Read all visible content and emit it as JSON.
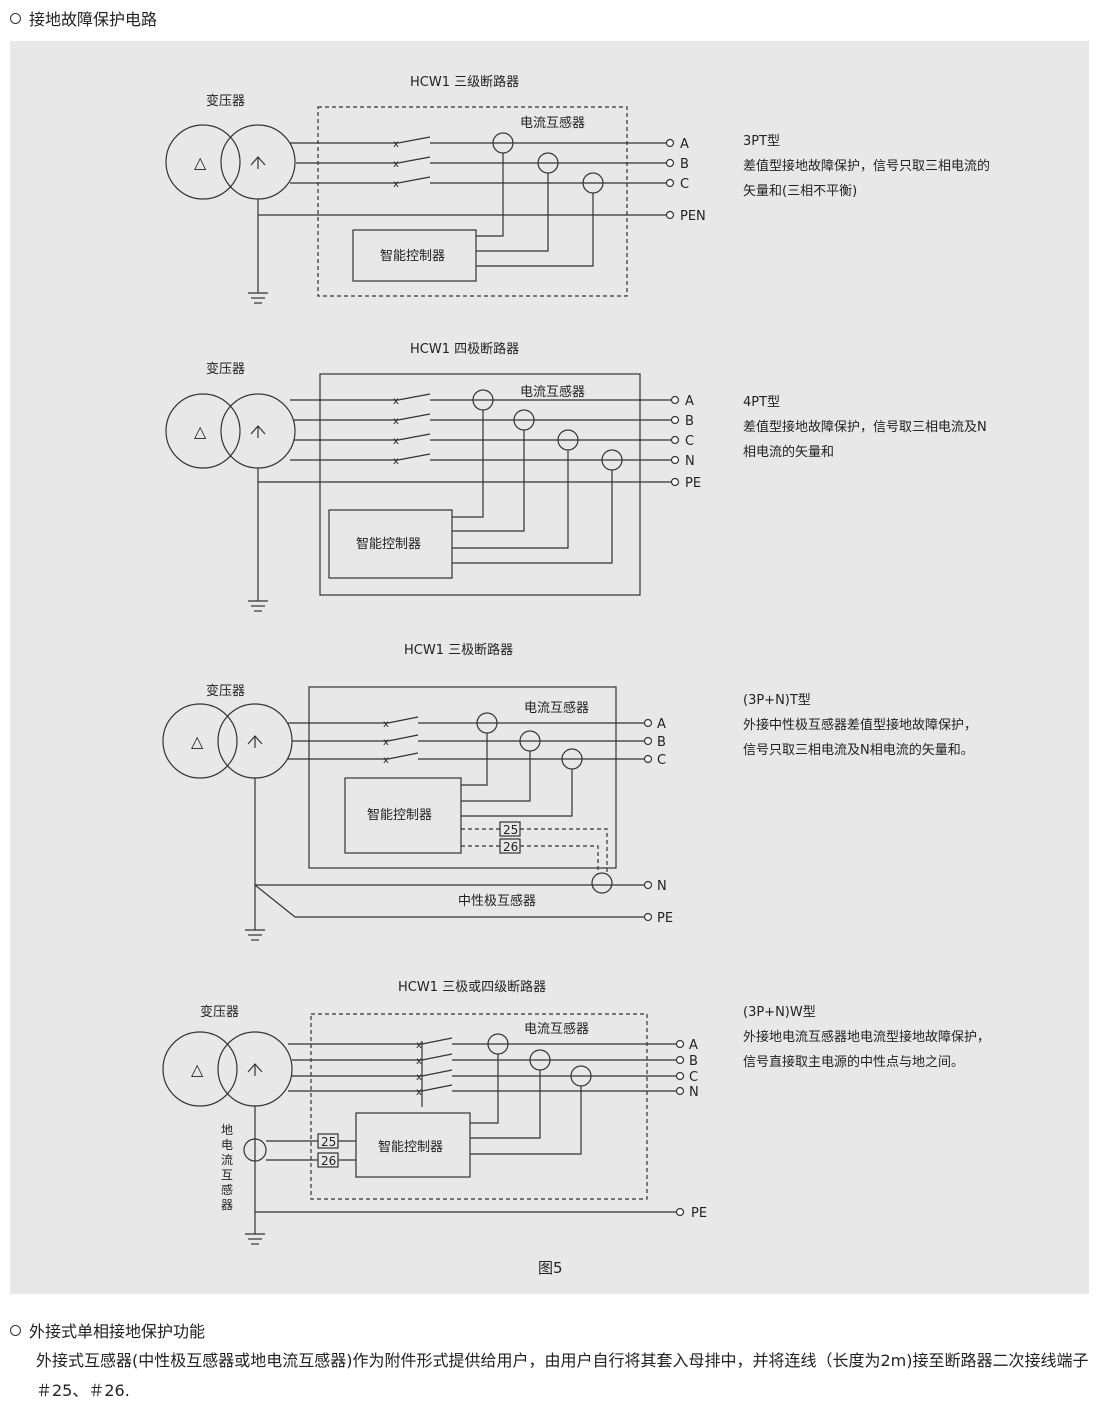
{
  "header_title": "接地故障保护电路",
  "fig_caption": "图5",
  "labels": {
    "transformer": "变压器",
    "ct": "电流互感器",
    "controller": "智能控制器",
    "neutral_ct": "中性极互感器",
    "ground_ct": "地电流互感器",
    "A": "A",
    "B": "B",
    "C": "C",
    "N": "N",
    "PE": "PE",
    "PEN": "PEN",
    "t25": "25",
    "t26": "26",
    "delta": "△",
    "x": "x"
  },
  "diagrams": [
    {
      "breaker_title": "HCW1  三级断路器",
      "type_label": "3PT型",
      "description": "差值型接地故障保护，信号只取三相电流的矢量和(三相不平衡)",
      "desc_line1": "差值型接地故障保护，信号只取三相电流的",
      "desc_line2": "矢量和(三相不平衡)"
    },
    {
      "breaker_title": "HCW1  四极断路器",
      "type_label": "4PT型",
      "desc_line1": "差值型接地故障保护，信号取三相电流及N",
      "desc_line2": "相电流的矢量和"
    },
    {
      "breaker_title": "HCW1  三极断路器",
      "type_label": "(3P+N)T型",
      "desc_line1": "外接中性极互感器差值型接地故障保护，",
      "desc_line2": "信号只取三相电流及N相电流的矢量和。"
    },
    {
      "breaker_title": "HCW1  三极或四级断路器",
      "type_label": "(3P+N)W型",
      "desc_line1": "外接地电流互感器地电流型接地故障保护，",
      "desc_line2": "信号直接取主电源的中性点与地之间。"
    }
  ],
  "section2_title": "外接式单相接地保护功能",
  "section2_text": "外接式互感器(中性极互感器或地电流互感器)作为附件形式提供给用户，由用户自行将其套入母排中，并将连线（长度为2m)接至断路器二次接线端子＃25、＃26."
}
